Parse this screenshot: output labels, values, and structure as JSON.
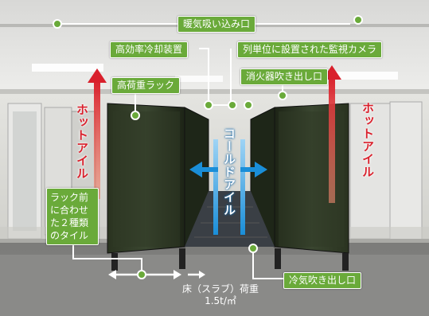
{
  "labels": {
    "warm_air_intake": "暖気吸い込み口",
    "high_eff_cooling": "高効率冷却装置",
    "surveillance_camera": "列単位に設置された監視カメラ",
    "high_load_rack": "高荷重ラック",
    "extinguisher_outlet": "消火器吹き出し口",
    "hot_aisle_left": "ホットアイル",
    "hot_aisle_right": "ホットアイル",
    "cold_aisle": "コールドアイル",
    "tiles": "ラック前に合わせた２種類のタイル",
    "cold_air_outlet": "冷気吹き出し口",
    "floor_load": "床（スラブ）荷重",
    "floor_load_value": "1.5t/㎡"
  },
  "colors": {
    "label_green": "#6aaa3a",
    "hot_red": "#d9202c",
    "cold_blue": "#1a8ed8"
  }
}
